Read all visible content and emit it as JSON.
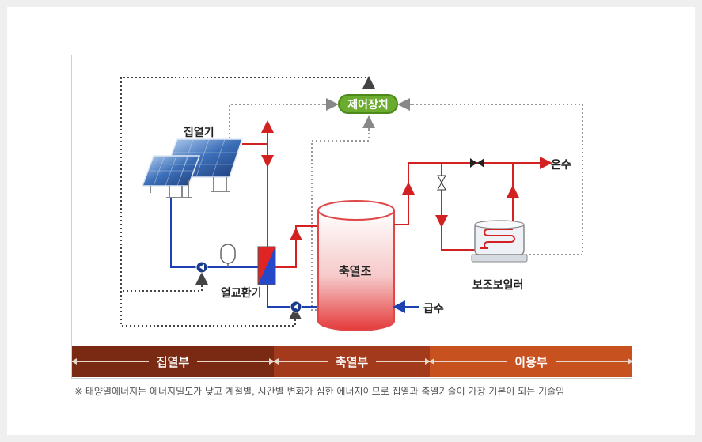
{
  "control": "제어장치",
  "labels": {
    "collector": "집열기",
    "heat_exchanger": "열교환기",
    "tank": "축열조",
    "hot_water": "온수",
    "supply_water": "급수",
    "aux_boiler": "보조보일러"
  },
  "sections": [
    "집열부",
    "축열부",
    "이용부"
  ],
  "section_colors": [
    "#7a2a12",
    "#a43a1c",
    "#c8521f"
  ],
  "footnote": "※ 태양열에너지는 에너지밀도가 낮고 계절별, 시간별 변화가 심한 에너지이므로 집열과 축열기술이 가장 기본이 되는 기술임",
  "colors": {
    "hot": "#d32020",
    "cold": "#1e40b0",
    "control_line": "#999999",
    "signal_line": "#444444"
  }
}
